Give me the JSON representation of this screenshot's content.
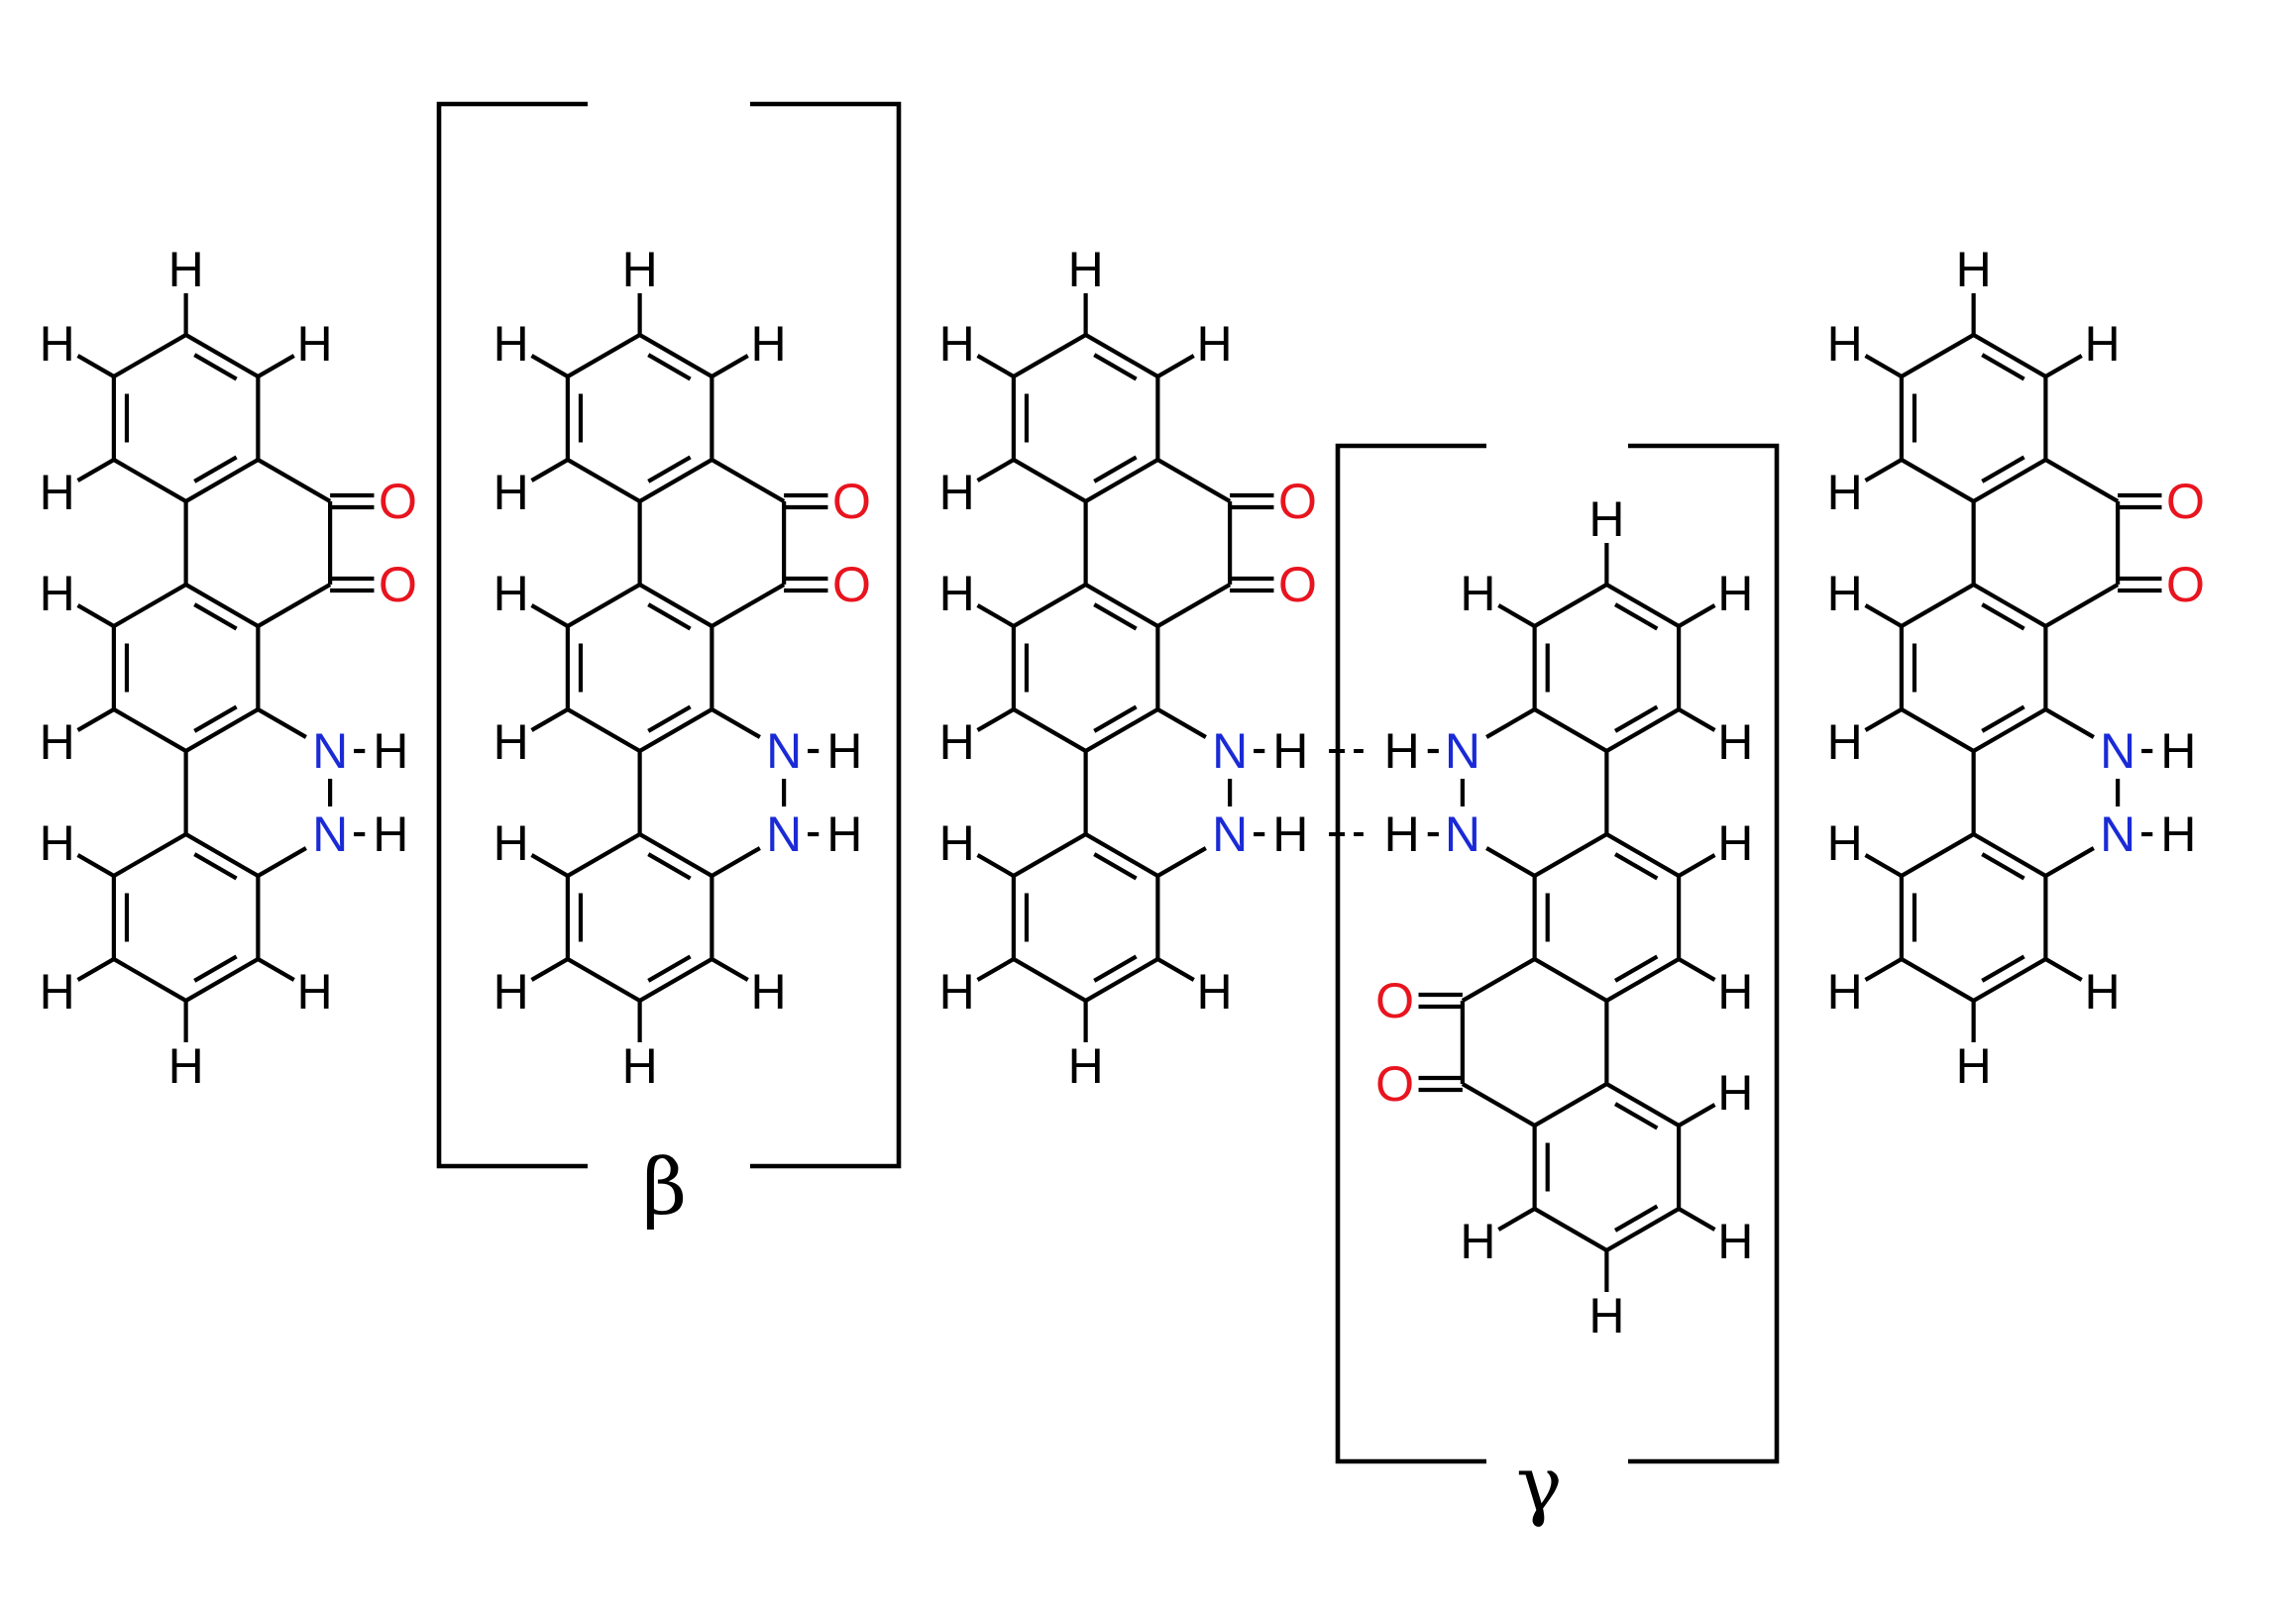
{
  "colors": {
    "carbon_bond": "#000000",
    "hydrogen": "#000000",
    "nitrogen": "#1a2ad6",
    "oxygen": "#e8141e"
  },
  "atoms": {
    "H": "H",
    "N": "N",
    "O": "O"
  },
  "labels": {
    "beta": "β",
    "gamma": "γ"
  },
  "molecules": [
    {
      "id": "molecule-1",
      "orientation": "up"
    },
    {
      "id": "molecule-2",
      "orientation": "up",
      "bracket": "beta"
    },
    {
      "id": "molecule-3",
      "orientation": "up"
    },
    {
      "id": "molecule-4",
      "orientation": "down",
      "bracket": "gamma"
    },
    {
      "id": "molecule-5",
      "orientation": "up"
    }
  ]
}
